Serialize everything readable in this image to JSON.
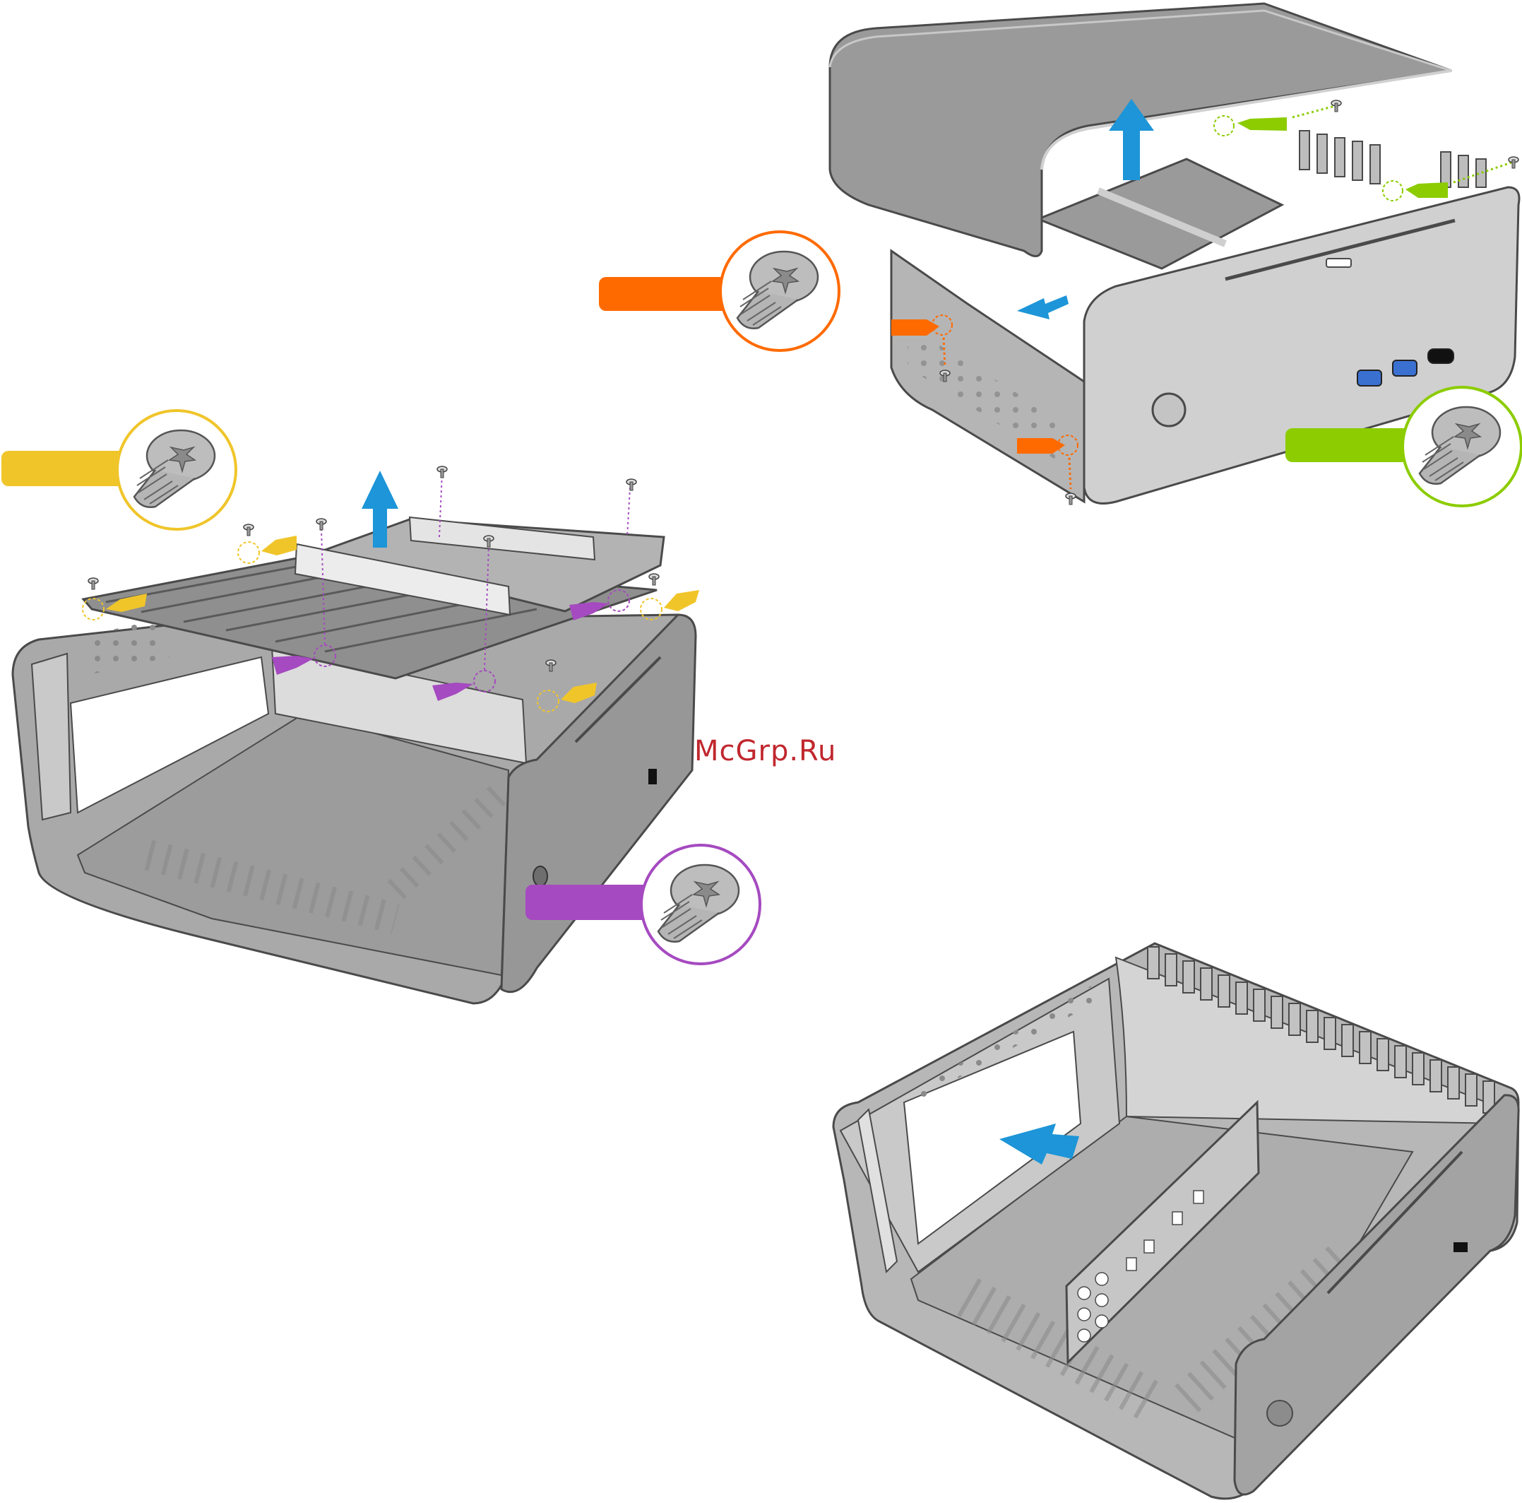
{
  "watermark": {
    "text": "McGrp.Ru",
    "color": "#c0272d"
  },
  "colors": {
    "orange": "#ff6a00",
    "green": "#8ccc00",
    "yellow": "#f0c52a",
    "purple": "#a54ac0",
    "blue": "#1d95d8",
    "metal_dark": "#8f8f8f",
    "metal_mid": "#a7a7a7",
    "metal_light": "#cdcdcd",
    "outline": "#4a4a4a"
  },
  "steps": [
    {
      "id": "remove-cover",
      "screw_callouts": [
        "orange",
        "green"
      ]
    },
    {
      "id": "remove-drive-bracket",
      "screw_callouts": [
        "yellow",
        "purple"
      ]
    },
    {
      "id": "install-io-shield",
      "screw_callouts": []
    }
  ],
  "icons": [
    "screw-icon",
    "arrow-up-icon",
    "arrow-left-icon",
    "pointer-arrow-icon",
    "dashed-circle-icon"
  ]
}
